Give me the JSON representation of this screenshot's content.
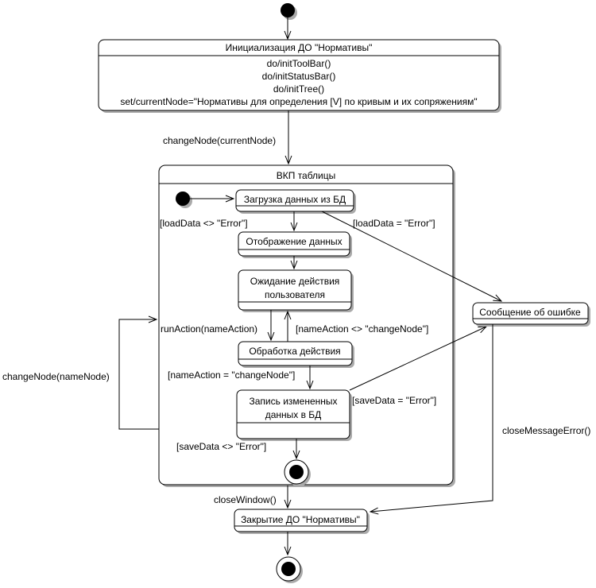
{
  "diagram": {
    "type": "uml-statechart",
    "colors": {
      "line": "#000000",
      "fill": "#ffffff",
      "shadow": "#aaaaaa",
      "background": "#ffffff"
    },
    "states": {
      "init": {
        "title": "Инициализация ДО \"Нормативы\"",
        "actions": [
          "do/initToolBar()",
          "do/initStatusBar()",
          "do/initTree()",
          "set/currentNode=\"Нормативы для определения [V] по кривым и их сопряжениям\""
        ]
      },
      "composite": {
        "title": "ВКП таблицы"
      },
      "load": {
        "title": "Загрузка данных из БД"
      },
      "display": {
        "title": "Отображение данных"
      },
      "wait": {
        "line1": "Ожидание действия",
        "line2": "пользователя"
      },
      "process": {
        "title": "Обработка действия"
      },
      "save": {
        "line1": "Запись измененных",
        "line2": "данных в БД"
      },
      "error": {
        "title": "Сообщение об ошибке"
      },
      "close": {
        "title": "Закрытие ДО \"Нормативы\""
      }
    },
    "transitions": {
      "change_node_current": "changeNode(currentNode)",
      "load_ok": "[loadData <> \"Error\"]",
      "load_err": "[loadData = \"Error\"]",
      "run_action": "runAction(nameAction)",
      "action_ne_change": "[nameAction <> \"changeNode\"]",
      "action_eq_change": "[nameAction = \"changeNode\"]",
      "save_err": "[saveData = \"Error\"]",
      "save_ok": "[saveData <> \"Error\"]",
      "change_node_name": "changeNode(nameNode)",
      "close_window": "closeWindow()",
      "close_message_error": "closeMessageError()"
    }
  }
}
